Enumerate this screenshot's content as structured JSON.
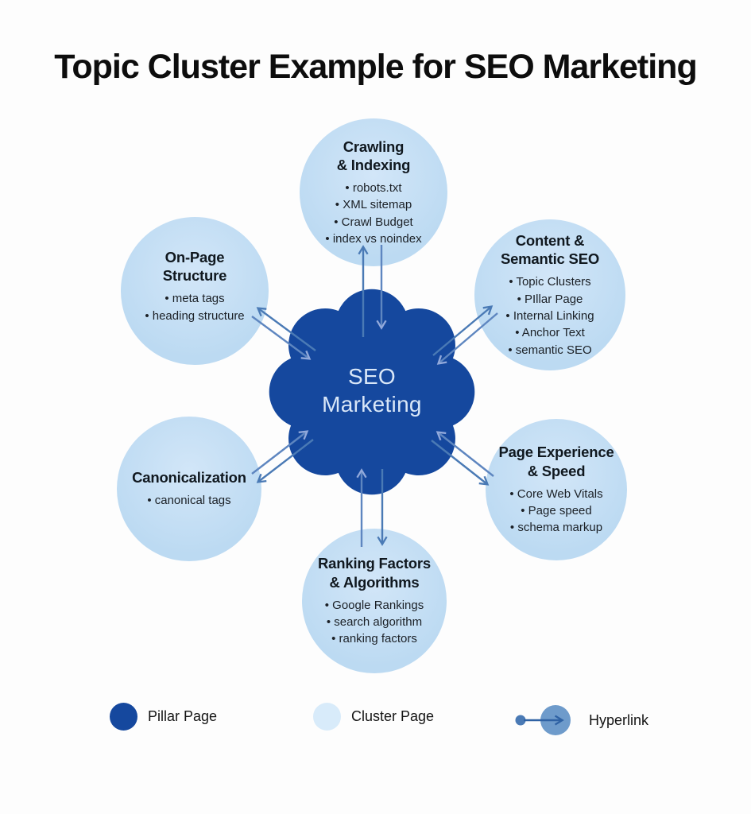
{
  "title": "Topic Cluster Example for SEO Marketing",
  "center": {
    "label": "SEO\nMarketing"
  },
  "clusters": [
    {
      "id": "crawling",
      "title": "Crawling\n& Indexing",
      "bullets": [
        "robots.txt",
        "XML sitemap",
        "Crawl Budget",
        "index vs noindex"
      ]
    },
    {
      "id": "content",
      "title": "Content &\nSemantic SEO",
      "bullets": [
        "Topic Clusters",
        "PIllar Page",
        "Internal Linking",
        "Anchor Text",
        "semantic SEO"
      ]
    },
    {
      "id": "onpage",
      "title": "On-Page\nStructure",
      "bullets": [
        "meta tags",
        "heading structure"
      ]
    },
    {
      "id": "canonical",
      "title": "Canonicalization",
      "bullets": [
        "canonical tags"
      ]
    },
    {
      "id": "pagespeed",
      "title": "Page Experience\n& Speed",
      "bullets": [
        "Core Web Vitals",
        "Page speed",
        "schema markup"
      ]
    },
    {
      "id": "ranking",
      "title": "Ranking Factors\n& Algorithms",
      "bullets": [
        "Google Rankings",
        "search algorithm",
        "ranking factors"
      ]
    }
  ],
  "legend": {
    "pillar_label": "Pillar Page",
    "cluster_label": "Cluster Page",
    "hyperlink_label": "Hyperlink"
  },
  "colors": {
    "pillar": "#15489E",
    "cluster": "#BCDAF2",
    "cluster_light": "#D8EBFA",
    "arrow": "#4A7AB5",
    "arrow_light": "#92A9DB",
    "arrow_dark": "#2F62A4",
    "hyperlink_node": "#6E9BCB",
    "center_text": "#D9E7F8",
    "title_text": "#0D0D0D"
  }
}
